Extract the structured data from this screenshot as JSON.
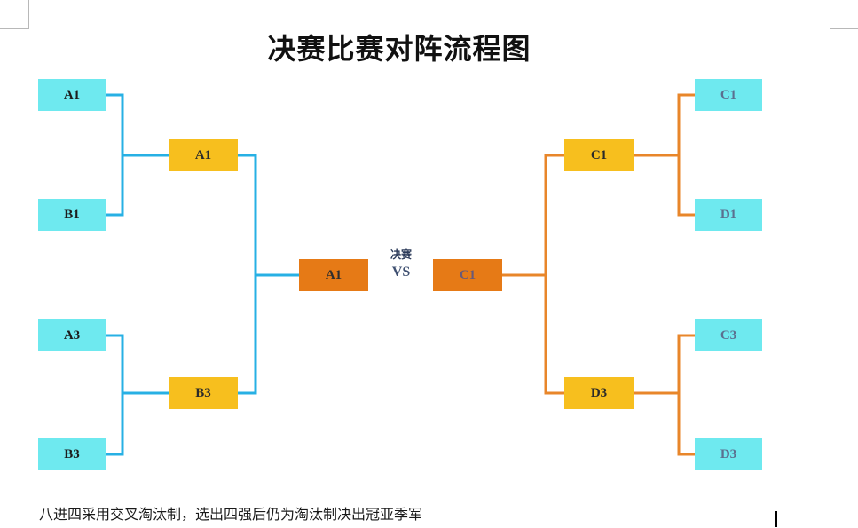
{
  "title": "决赛比赛对阵流程图",
  "colors": {
    "team_box": "#6ee9ef",
    "semifinal_box": "#f7bf1e",
    "final_box": "#e67a16",
    "left_connector": "#27b0e4",
    "right_connector": "#e8862a"
  },
  "left_bracket": {
    "round1": [
      "A1",
      "B1",
      "A3",
      "B3"
    ],
    "semifinal": [
      "A1",
      "B3"
    ],
    "finalist": "A1"
  },
  "right_bracket": {
    "round1": [
      "C1",
      "D1",
      "C3",
      "D3"
    ],
    "semifinal": [
      "C1",
      "D3"
    ],
    "finalist": "C1"
  },
  "final": {
    "label": "决赛",
    "vs": "VS"
  },
  "footnote": "八进四采用交叉淘汰制，选出四强后仍为淘汰制决出冠亚季军"
}
